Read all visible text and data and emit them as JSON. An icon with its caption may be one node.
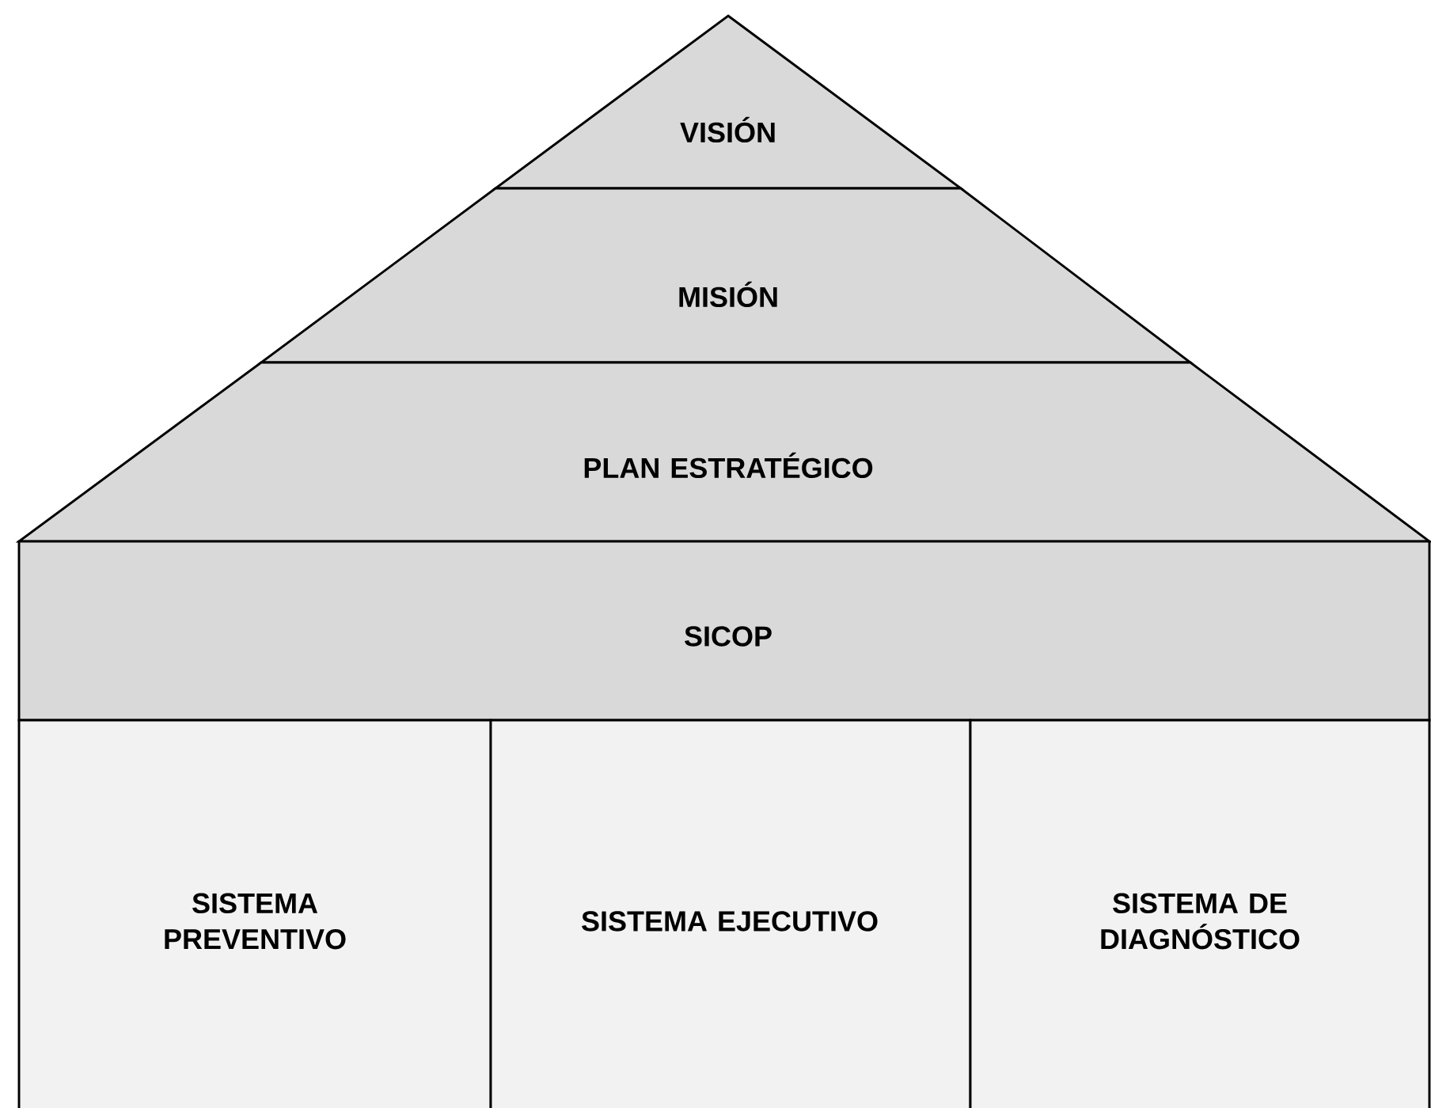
{
  "diagram": {
    "nodes": [
      {
        "text": [
          "VISIÓN"
        ]
      },
      {
        "text": [
          "MISIÓN"
        ]
      },
      {
        "text": [
          "PLAN ESTRATÉGICO"
        ]
      },
      {
        "text": [
          "SICOP"
        ]
      },
      {
        "text": [
          "SISTEMA PREVENTIVO"
        ]
      },
      {
        "text": [
          "SISTEMA EJECUTIVO"
        ]
      },
      {
        "text": [
          "SISTEMA DE DIAGNÓSTICO"
        ]
      }
    ]
  }
}
